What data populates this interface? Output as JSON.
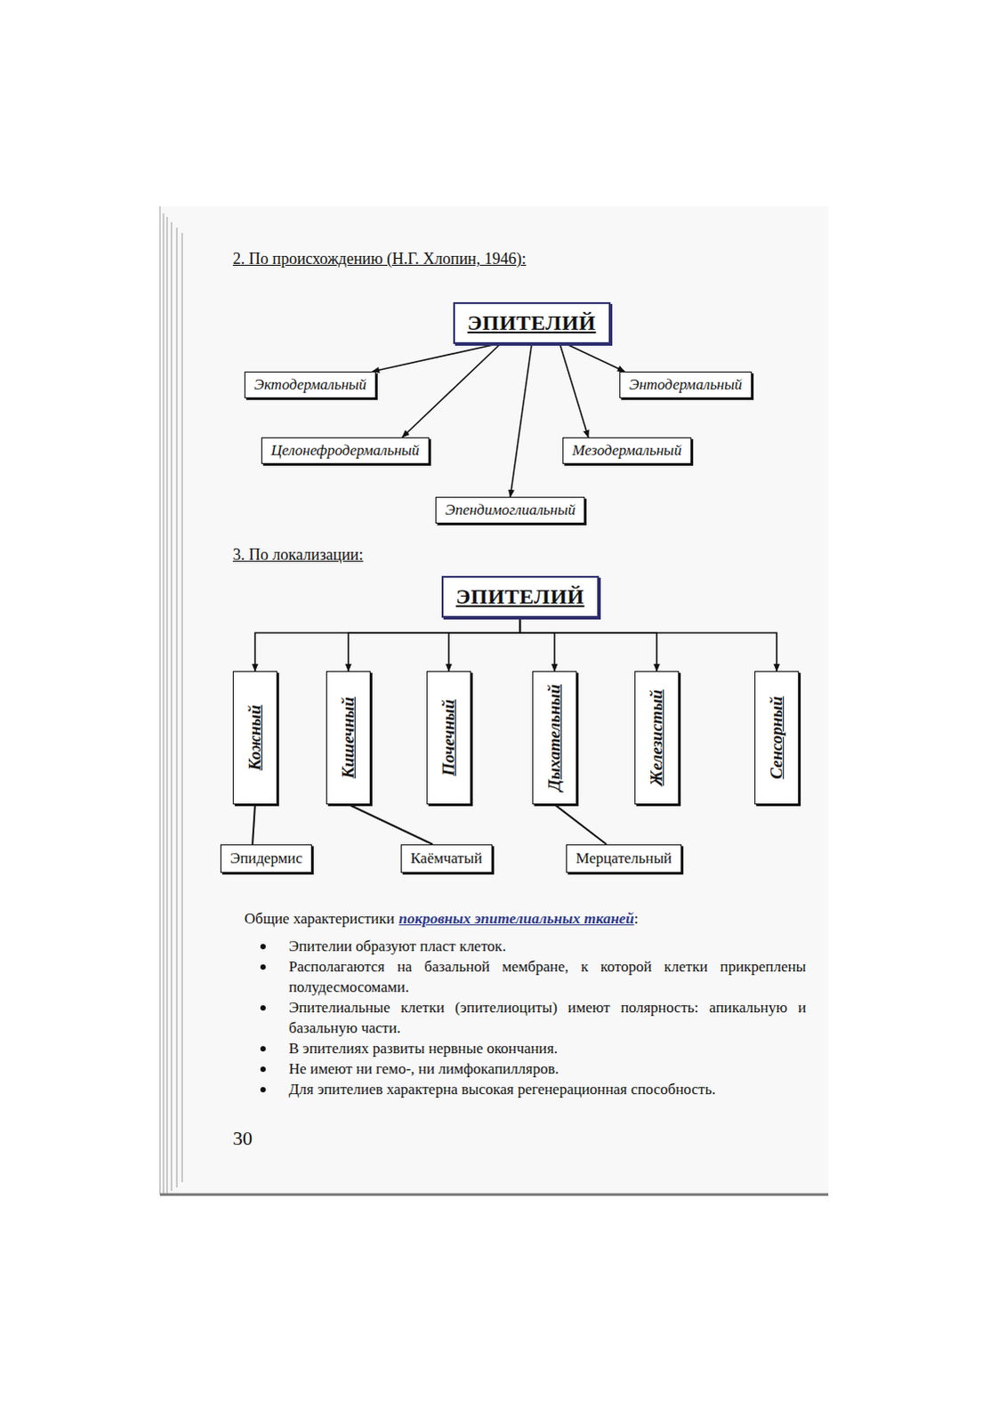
{
  "diagram": {
    "nodes": [
      {
        "text": [
          "ЭПИТЕЛИЙ"
        ]
      },
      {
        "text": [
          "Эктодермальный"
        ]
      },
      {
        "text": [
          "Энтодермальный"
        ]
      },
      {
        "text": [
          "Целонефродермальный"
        ]
      },
      {
        "text": [
          "Мезодермальный"
        ]
      },
      {
        "text": [
          "Эпендимоглиальный"
        ]
      },
      {
        "text": [
          "ЭПИТЕЛИЙ"
        ]
      },
      {
        "text": [
          "Кожный"
        ]
      },
      {
        "text": [
          "Кишечный"
        ]
      },
      {
        "text": [
          "Почечный"
        ]
      },
      {
        "text": [
          "Дыхательный"
        ]
      },
      {
        "text": [
          "Железистый"
        ]
      },
      {
        "text": [
          "Сенсорный"
        ]
      },
      {
        "text": [
          "Эпидермис"
        ]
      },
      {
        "text": [
          "Каёмчатый"
        ]
      },
      {
        "text": [
          "Мерцательный"
        ]
      }
    ],
    "edges": [
      {
        "from": 0,
        "to": 1,
        "arrow": "to"
      },
      {
        "from": 0,
        "to": 2,
        "arrow": "to"
      },
      {
        "from": 0,
        "to": 3,
        "arrow": "to"
      },
      {
        "from": 0,
        "to": 4,
        "arrow": "to"
      },
      {
        "from": 0,
        "to": 5,
        "arrow": "to"
      },
      {
        "from": 6,
        "to": 7,
        "arrow": "to"
      },
      {
        "from": 6,
        "to": 8,
        "arrow": "to"
      },
      {
        "from": 6,
        "to": 9,
        "arrow": "to"
      },
      {
        "from": 6,
        "to": 10,
        "arrow": "to"
      },
      {
        "from": 6,
        "to": 11,
        "arrow": "to"
      },
      {
        "from": 6,
        "to": 12,
        "arrow": "to"
      },
      {
        "from": 7,
        "to": 13,
        "arrow": "none"
      },
      {
        "from": 8,
        "to": 14,
        "arrow": "none"
      },
      {
        "from": 10,
        "to": 15,
        "arrow": "none"
      }
    ],
    "labels": [
      "2. По происхождению (Н.Г. Хлопин, 1946):",
      "3. По локализации:",
      "Общие характеристики",
      "покровных эпителиальных тканей",
      ":",
      "Эпителии образуют пласт клеток.",
      "Располагаются на базальной мембране, к которой клетки прикреплены полудесмосомами.",
      "Эпителиальные клетки (эпителиоциты) имеют полярность: апикальную и базальную части.",
      "В эпителиях развиты нервные окончания.",
      "Не имеют ни гемо-, ни лимфокапилляров.",
      "Для эпителиев характерна высокая регенерационная способность.",
      "30"
    ]
  }
}
